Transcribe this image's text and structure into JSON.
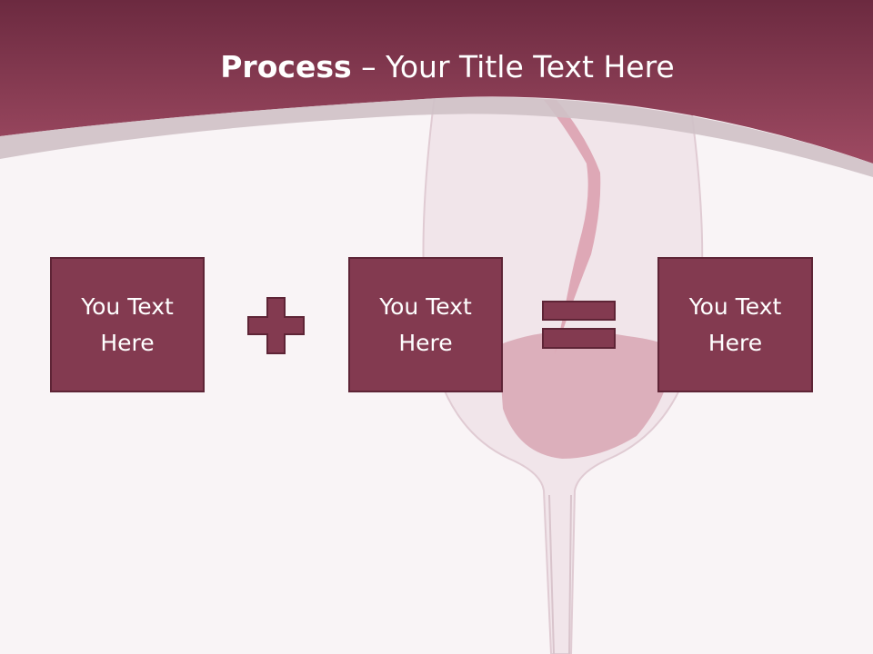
{
  "slide": {
    "title": {
      "bold": "Process",
      "rest": " – Your Title Text Here"
    },
    "boxes": [
      {
        "line1": "You Text",
        "line2": "Here"
      },
      {
        "line1": "You Text",
        "line2": "Here"
      },
      {
        "line1": "You Text",
        "line2": "Here"
      }
    ],
    "operators": [
      "plus-icon",
      "equals-icon"
    ]
  },
  "colors": {
    "header": "#7e3149",
    "header_light": "#9b4760",
    "box_fill": "#833a50",
    "box_border": "#5e2436",
    "background": "#f9f4f6"
  }
}
